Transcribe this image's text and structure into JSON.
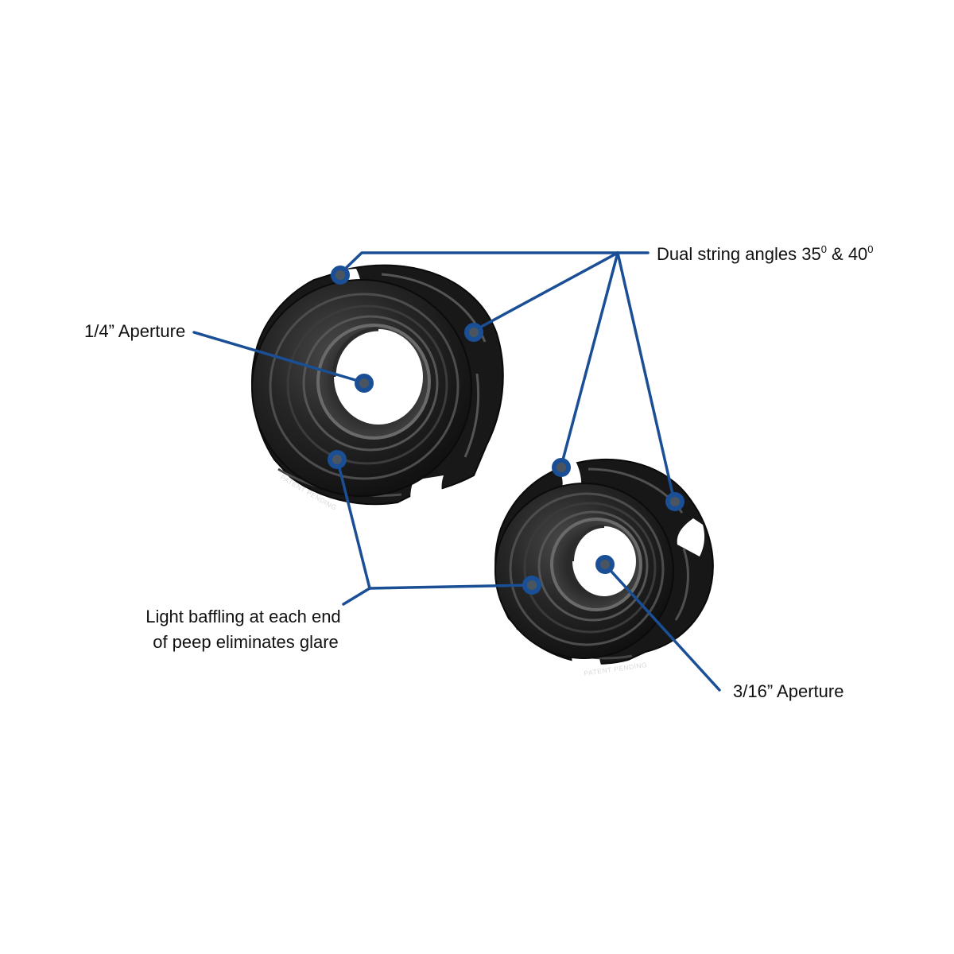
{
  "callouts": {
    "string_angles": {
      "pre": "Dual string angles 35",
      "deg1": "0",
      "mid": " & 40",
      "deg2": "0"
    },
    "large_aperture": "1/4” Aperture",
    "small_aperture": "3/16” Aperture",
    "baffling": {
      "line1": "Light baffling at each end",
      "line2": "of peep eliminates glare"
    }
  },
  "product_marks": {
    "large_peep": "PATENT PENDING",
    "small_peep": "PATENT PENDING"
  },
  "colors": {
    "callout_line": "#1a4f96",
    "callout_dot_fill": "#4a5560",
    "peep_body": "#1e1e1e",
    "peep_highlight": "#5a5a5a",
    "text": "#111111"
  }
}
